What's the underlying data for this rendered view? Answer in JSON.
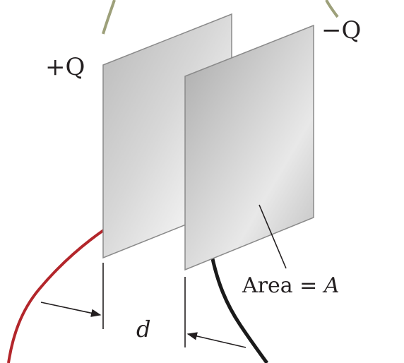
{
  "labels": {
    "positive_charge": "+Q",
    "negative_charge": "−Q",
    "area_prefix": "Area = ",
    "area_symbol": "A",
    "separation": "d"
  },
  "colors": {
    "plate_light": "#e6e6e6",
    "plate_dark": "#9c9c9c",
    "plate_edge": "#7a7a7a",
    "red_wire": "#b3262b",
    "black_wire": "#1a1a1a",
    "olive_wire": "#9da07a",
    "line": "#231f20"
  }
}
